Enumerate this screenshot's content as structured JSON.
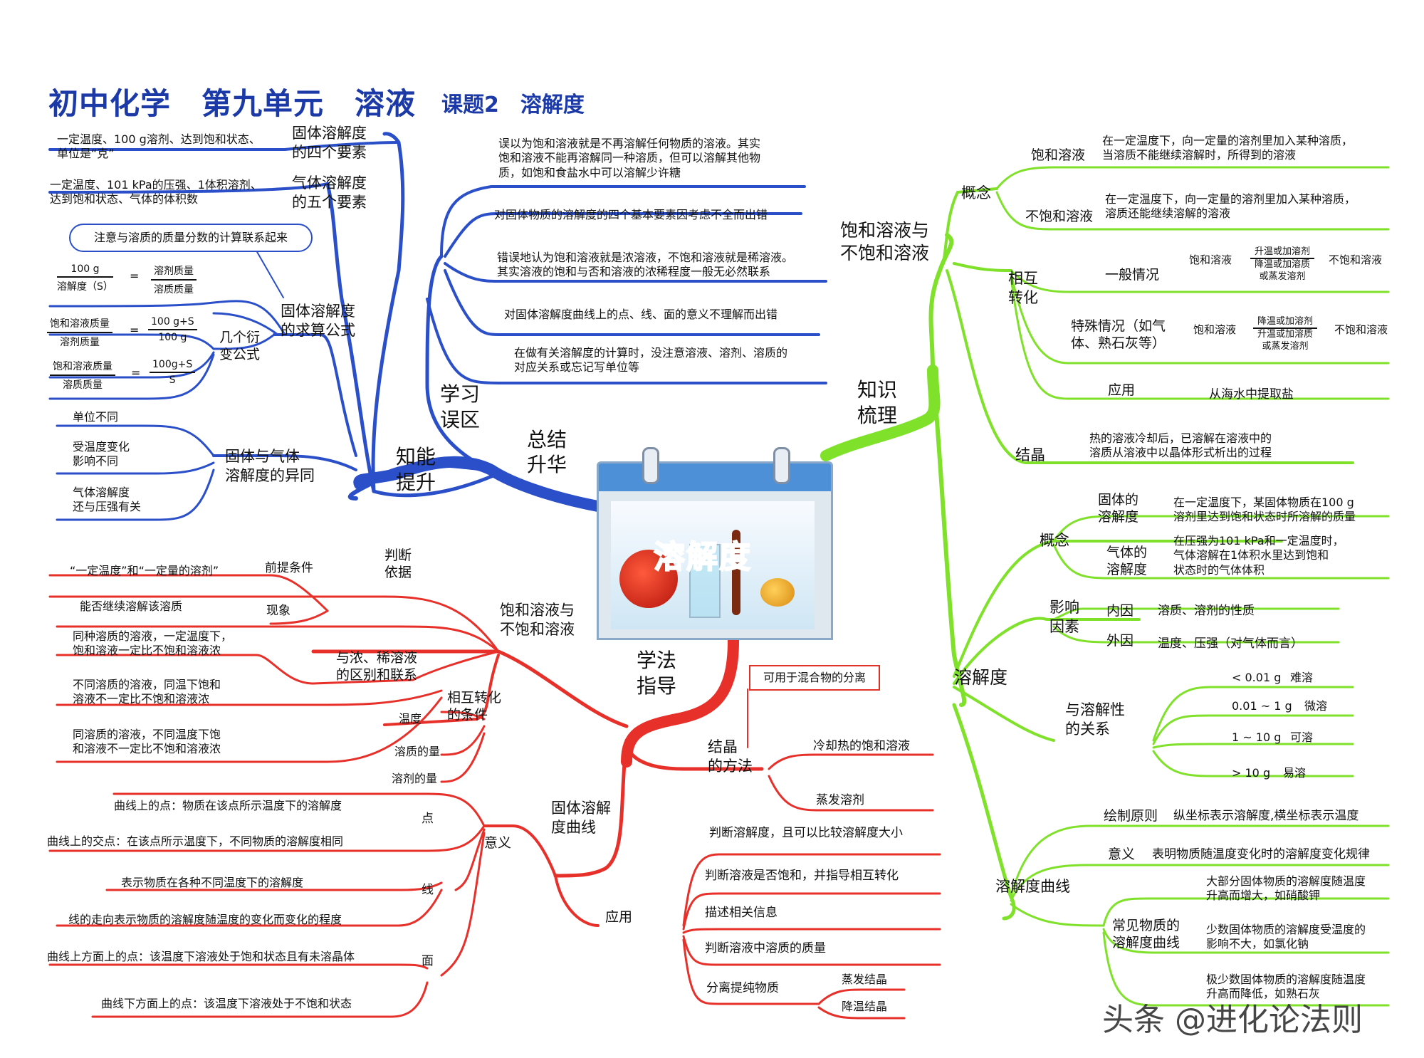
{
  "title": "初中化学　第九单元　溶液",
  "subtitle": "课题2　溶解度",
  "center_label": "溶解度",
  "watermark": "头条 @进化论法则",
  "colors": {
    "blue": "#2a4fc9",
    "green": "#7fe12a",
    "red": "#e8302a",
    "title": "#1b3aa8"
  },
  "blue": {
    "main": "总结\n升华",
    "zhineng": "知能\n提升",
    "xuexi": "学习\n误区",
    "solid_four": "固体溶解度\n的四个要素",
    "solid_four_text": "一定温度、100 g溶剂、达到饱和状态、\n单位是“克”",
    "gas_five": "气体溶解度\n的五个要素",
    "gas_five_text": "一定温度、101 kPa的压强、1体积溶剂、\n达到饱和状态、气体的体积数",
    "bubble": "注意与溶质的质量分数的计算联系起来",
    "formula_label": "固体溶解度\n的求算公式",
    "variants_label": "几个衍\n变公式",
    "f1": {
      "num": "100 g",
      "den": "溶解度（S）",
      "num2": "溶剂质量",
      "den2": "溶质质量"
    },
    "f2": {
      "num": "饱和溶液质量",
      "den": "溶剂质量",
      "num2": "100 g+S",
      "den2": "100 g"
    },
    "f3": {
      "num": "饱和溶液质量",
      "den": "溶质质量",
      "num2": "100g+S",
      "den2": "S"
    },
    "eq": "=",
    "diff_label": "固体与气体\n溶解度的异同",
    "diff_items": [
      "单位不同",
      "受温度变化\n影响不同",
      "气体溶解度\n还与压强有关"
    ],
    "mistakes": [
      "误以为饱和溶液就是不再溶解任何物质的溶液。其实\n饱和溶液不能再溶解同一种溶质，但可以溶解其他物\n质，如饱和食盐水中可以溶解少许糖",
      "对固体物质的溶解度的四个基本要素因考虑不全而出错",
      "错误地认为饱和溶液就是浓溶液，不饱和溶液就是稀溶液。\n其实溶液的饱和与否和溶液的浓稀程度一般无必然联系",
      "对固体溶解度曲线上的点、线、面的意义不理解而出错",
      "在做有关溶解度的计算时，没注意溶液、溶剂、溶质的\n对应关系或忘记写单位等"
    ]
  },
  "green": {
    "main": "知识\n梳理",
    "sat_unsat": "饱和溶液与\n不饱和溶液",
    "concept": "概念",
    "saturated": "饱和溶液",
    "saturated_def": "在一定温度下，向一定量的溶剂里加入某种溶质，\n当溶质不能继续溶解时，所得到的溶液",
    "unsaturated": "不饱和溶液",
    "unsaturated_def": "在一定温度下，向一定量的溶剂里加入某种溶质，\n溶质还能继续溶解的溶液",
    "mutual": "相互\n转化",
    "general": "一般情况",
    "general_left": "饱和溶液",
    "general_top": "升温或加溶剂",
    "general_bottom": "降温或加溶质\n或蒸发溶剂",
    "general_right": "不饱和溶液",
    "special": "特殊情况（如气\n体、熟石灰等）",
    "special_left": "饱和溶液",
    "special_top": "降温或加溶剂",
    "special_bottom": "升温或加溶质\n或蒸发溶剂",
    "special_right": "不饱和溶液",
    "app": "应用",
    "app_text": "从海水中提取盐",
    "crystal": "结晶",
    "crystal_def": "热的溶液冷却后，已溶解在溶液中的\n溶质从溶液中以晶体形式析出的过程",
    "solubility": "溶解度",
    "concept2": "概念",
    "solid_sol": "固体的\n溶解度",
    "solid_sol_def": "在一定温度下，某固体物质在100 g\n溶剂里达到饱和状态时所溶解的质量",
    "gas_sol": "气体的\n溶解度",
    "gas_sol_def": "在压强为101 kPa和一定温度时，\n气体溶解在1体积水里达到饱和\n状态时的气体体积",
    "factors": "影响\n因素",
    "internal": "内因",
    "internal_text": "溶质、溶剂的性质",
    "external": "外因",
    "external_text": "温度、压强（对气体而言）",
    "relation": "与溶解性\n的关系",
    "rel_items": [
      {
        "range": "< 0.01 g",
        "name": "难溶"
      },
      {
        "range": "0.01 ~ 1 g",
        "name": "微溶"
      },
      {
        "range": "1 ~ 10 g",
        "name": "可溶"
      },
      {
        "range": "> 10 g",
        "name": "易溶"
      }
    ],
    "curve": "溶解度曲线",
    "draw": "绘制原则",
    "draw_text": "纵坐标表示溶解度,横坐标表示温度",
    "meaning": "意义",
    "meaning_text": "表明物质随温度变化时的溶解度变化规律",
    "common": "常见物质的\n溶解度曲线",
    "common_items": [
      "大部分固体物质的溶解度随温度\n升高而增大，如硝酸钾",
      "少数固体物质的溶解度受温度的\n影响不大，如氯化钠",
      "极少数固体物质的溶解度随温度\n升高而降低，如熟石灰"
    ]
  },
  "red": {
    "main": "学法\n指导",
    "sat_unsat": "饱和溶液与\n不饱和溶液",
    "judge": "判断\n依据",
    "premise": "前提条件",
    "premise_text": "“一定温度”和“一定量的溶剂”",
    "phenomenon": "现象",
    "phenomenon_text": "能否继续溶解该溶质",
    "conc": "与浓、稀溶液\n的区别和联系",
    "conc_items": [
      "同种溶质的溶液，一定温度下，\n饱和溶液一定比不饱和溶液浓",
      "不同溶质的溶液，同温下饱和\n溶液不一定比不饱和溶液浓",
      "同溶质的溶液，不同温度下饱\n和溶液不一定比不饱和溶液浓"
    ],
    "cond": "相互转化\n的条件",
    "cond_items": [
      "温度",
      "溶质的量",
      "溶剂的量"
    ],
    "note": "可用于混合物的分离",
    "cryst_method": "结晶\n的方法",
    "cryst_items": [
      "冷却热的饱和溶液",
      "蒸发溶剂"
    ],
    "curve": "固体溶解\n度曲线",
    "meaning": "意义",
    "point": "点",
    "point_items": [
      "曲线上的点：物质在该点所示温度下的溶解度",
      "曲线上的交点：在该点所示温度下，不同物质的溶解度相同"
    ],
    "line": "线",
    "line_items": [
      "表示物质在各种不同温度下的溶解度",
      "线的走向表示物质的溶解度随温度的变化而变化的程度"
    ],
    "surface": "面",
    "surface_items": [
      "曲线上方面上的点：该温度下溶液处于饱和状态且有未溶晶体",
      "曲线下方面上的点：该温度下溶液处于不饱和状态"
    ],
    "app": "应用",
    "app_items": [
      "判断溶解度，且可以比较溶解度大小",
      "判断溶液是否饱和，并指导相互转化",
      "描述相关信息",
      "判断溶液中溶质的质量"
    ],
    "separate": "分离提纯物质",
    "separate_items": [
      "蒸发结晶",
      "降温结晶"
    ]
  }
}
